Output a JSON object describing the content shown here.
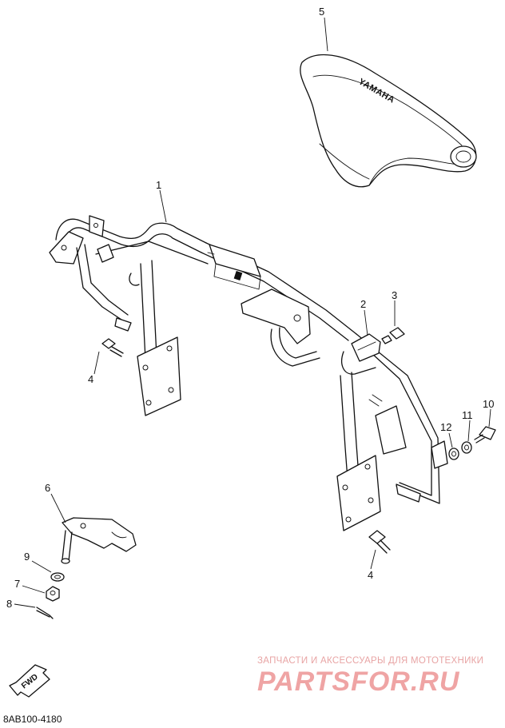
{
  "diagram": {
    "part_code": "8AB100-4180",
    "direction_marker": "FWD",
    "callouts": [
      "1",
      "2",
      "3",
      "4",
      "5",
      "6",
      "7",
      "8",
      "9",
      "10",
      "11",
      "12",
      "4"
    ],
    "cover_logo": "YAMAHA"
  },
  "watermark": {
    "tagline": "ЗАПЧАСТИ И АКСЕССУАРЫ ДЛЯ МОТОТЕХНИКИ",
    "brand": "PARTSFOR.RU"
  }
}
